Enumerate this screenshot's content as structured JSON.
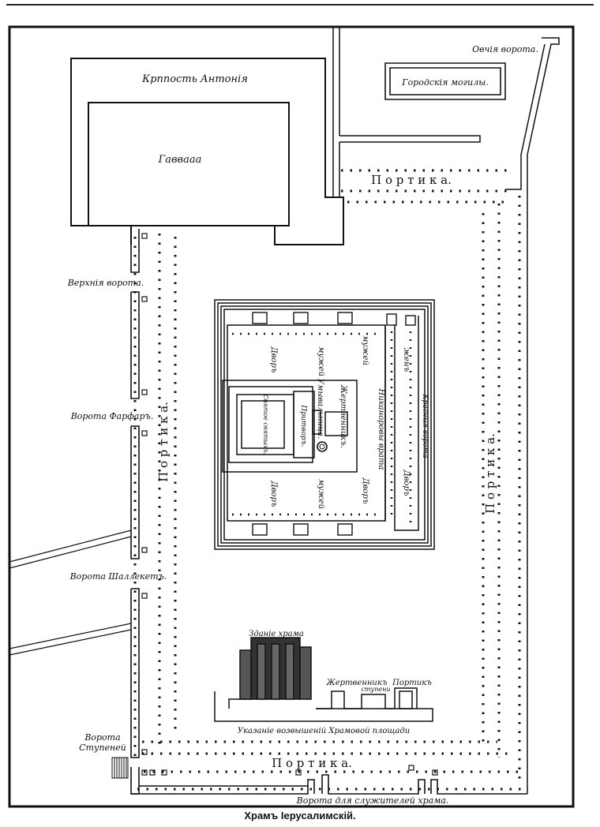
{
  "caption": "Храмъ Іерусалимскій.",
  "labels": {
    "fortress": "Крппость Антонiя",
    "gabbatha": "Гаввааа",
    "sheep_gate": "Овчiя ворота.",
    "city_graves": "Городскія могилы.",
    "portico_top": "П о р т и к а.",
    "portico_left": "П о р т и к а.",
    "portico_right": "П о р т и к а.",
    "portico_bottom": "П о р т и к а.",
    "upper_gate": "Верхнія ворота.",
    "gate_farpar": "Ворота Фарфаръ.",
    "gate_shallechet": "Ворота Шаллекетъ.",
    "gate_steps_1": "Ворота",
    "gate_steps_2": "Ступеней",
    "servants_gate": "Ворота для служителей храма.",
    "elevation_note": "Указаніе возвышенiй Храмовой площади",
    "court_men_1": "Дворъ",
    "court_men_2": "мужей",
    "court_men_3": "мужей",
    "court_men_4": "Дворъ",
    "court_men_5": "мужей",
    "court_men_6": "Дворъ",
    "women_court_1": "женъ",
    "women_court_2": "Дворъ",
    "nicanor_gate": "Никаноровы врата",
    "beautiful_gate": "Красныя ворота",
    "laver": "Умывальница.",
    "altar": "Жертвенникъ.",
    "porch": "Притворъ.",
    "holy_of_holies": "Святое святыхъ.",
    "temple_building": "Зданіе храма",
    "altar_section": "Жертвенникъ",
    "steps_section": "ступени",
    "portico_section": "Портикъ"
  }
}
